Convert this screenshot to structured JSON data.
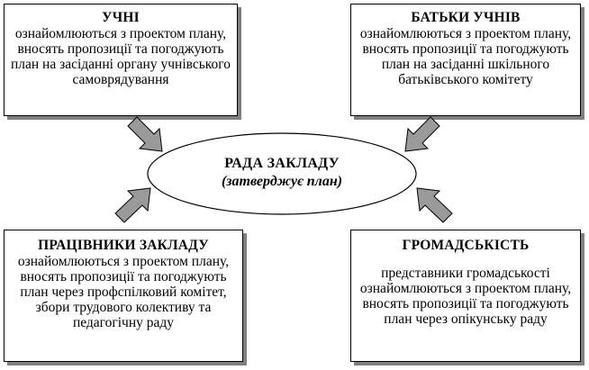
{
  "nodes": {
    "top_left": {
      "title": "УЧНІ",
      "text": "ознайомлюються з проектом плану, вносять пропозиції та погоджують план на засіданні органу учнівського самоврядування"
    },
    "top_right": {
      "title": "БАТЬКИ УЧНІВ",
      "text": "ознайомлюються з проектом плану, вносять пропозиції та погоджують план на засіданні шкільного батьківського комітету"
    },
    "bottom_left": {
      "title": "ПРАЦІВНИКИ ЗАКЛАДУ",
      "text": "ознайомлюються з проектом плану, вносять пропозиції та погоджують план через профспілковий комітет, збори трудового колективу та педагогічну раду"
    },
    "bottom_right": {
      "title": "ГРОМАДСЬКІСТЬ",
      "text": "представники громадськості ознайомлюються з проектом плану, вносять пропозиції та погоджують план через опікунську раду"
    },
    "center": {
      "title": "РАДА ЗАКЛАДУ",
      "subtitle": "(затверджує план)"
    }
  },
  "colors": {
    "arrow_fill": "#9a9a9a",
    "arrow_stroke": "#000000",
    "shadow": "#808080"
  }
}
